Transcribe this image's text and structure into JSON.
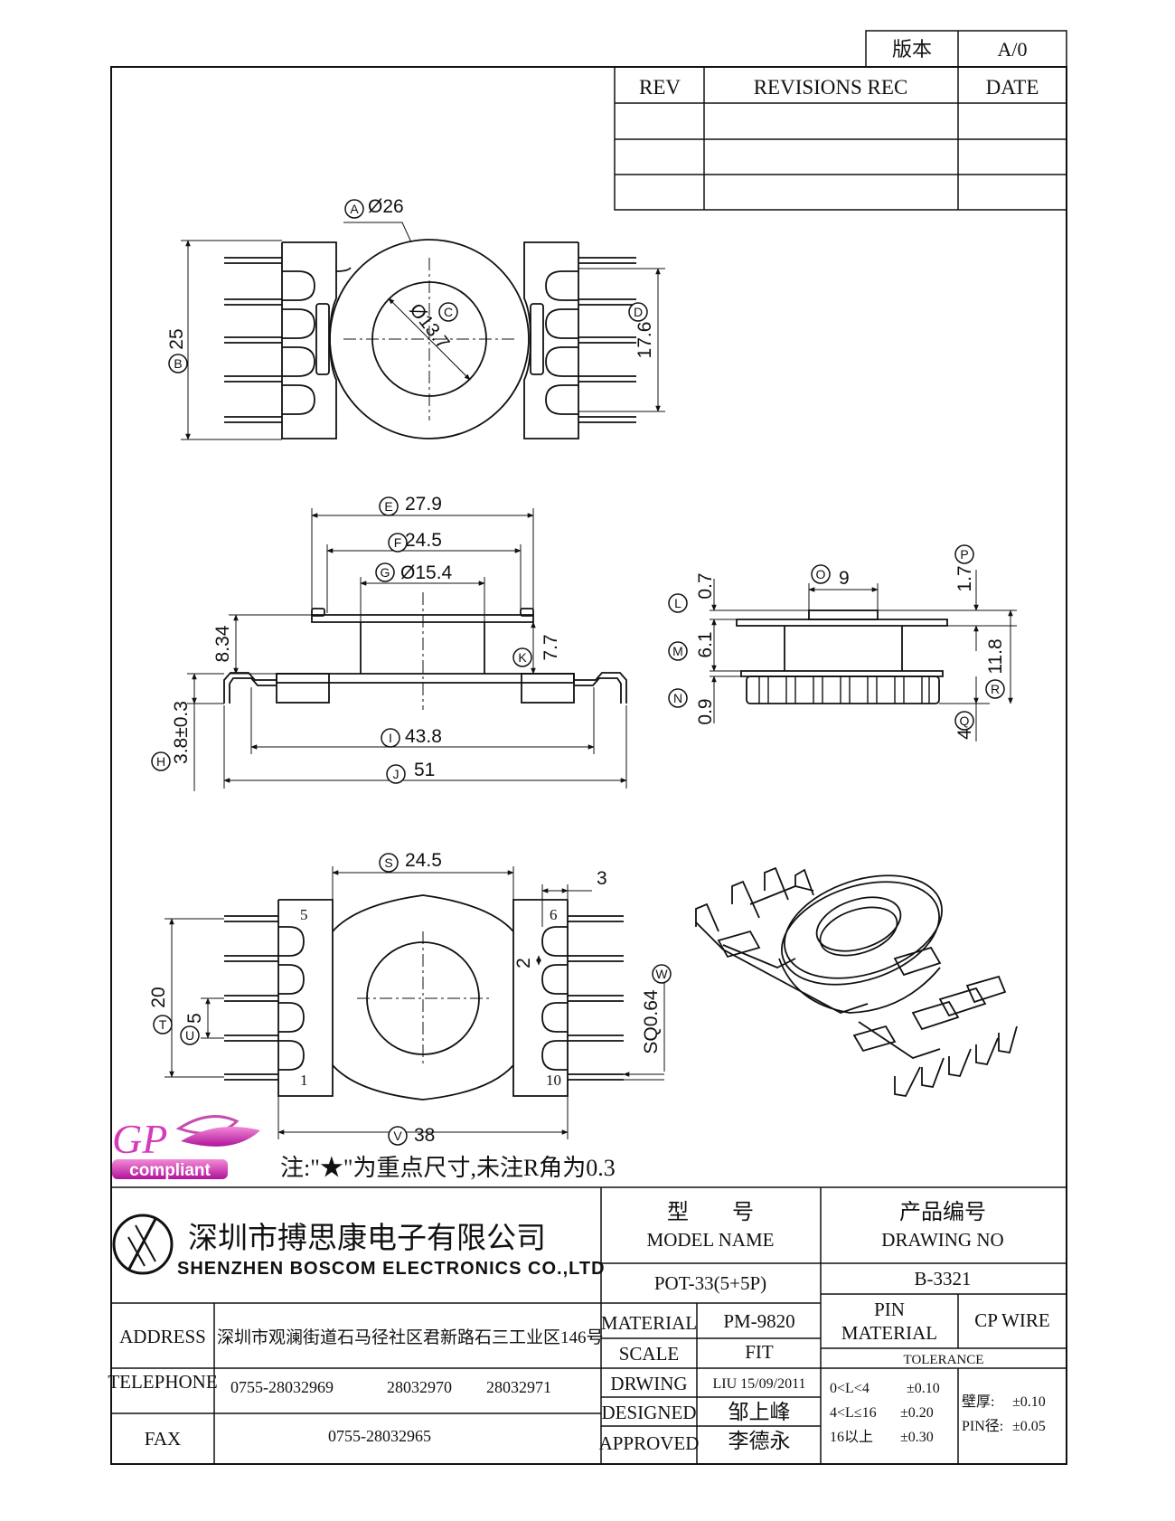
{
  "version_block": {
    "label": "版本",
    "value": "A/0"
  },
  "revisions": {
    "headers": [
      "REV",
      "REVISIONS REC",
      "DATE"
    ],
    "rows": [
      [
        "",
        "",
        ""
      ],
      [
        "",
        "",
        ""
      ],
      [
        "",
        "",
        ""
      ]
    ]
  },
  "dimensions": {
    "A": "Ø26",
    "B": "25",
    "C": "Ø13.7",
    "D": "17.6",
    "E": "27.9",
    "F": "24.5",
    "G": "Ø15.4",
    "H": "3.8±0.3",
    "I": "43.8",
    "J": "51",
    "K": "7.7",
    "L": "0.7",
    "M": "6.1",
    "N": "0.9",
    "O": "9",
    "P": "1.7",
    "Q": "4",
    "R": "11.8",
    "S": "24.5",
    "T": "20",
    "U": "5",
    "V": "38",
    "W": "SQ0.64",
    "side_3": "3",
    "side_2": "2",
    "h_834": "8.34"
  },
  "dim_letters": [
    "A",
    "B",
    "C",
    "D",
    "E",
    "F",
    "G",
    "H",
    "I",
    "J",
    "K",
    "L",
    "M",
    "N",
    "O",
    "P",
    "Q",
    "R",
    "S",
    "T",
    "U",
    "V",
    "W"
  ],
  "pin_numbers": {
    "p5": "5",
    "p6": "6",
    "p1": "1",
    "p10": "10"
  },
  "gp_logo": {
    "text": "GP",
    "sub": "compliant"
  },
  "note": "注:\"★\"为重点尺寸,未注R角为0.3",
  "company": {
    "name_cn": "深圳市搏思康电子有限公司",
    "name_en": "SHENZHEN BOSCOM ELECTRONICS CO.,LTD"
  },
  "model": {
    "label_cn": "型　　号",
    "label_en": "MODEL NAME",
    "value": "POT-33(5+5P)"
  },
  "drawing_no": {
    "label_cn": "产品编号",
    "label_en": "DRAWING NO",
    "value": "B-3321"
  },
  "pin_material": {
    "label_1": "PIN",
    "label_2": "MATERIAL",
    "value": "CP WIRE"
  },
  "tolerance": {
    "label": "TOLERANCE",
    "r1": "0<L<4",
    "v1": "±0.10",
    "r2": "4<L≤16",
    "v2": "±0.20",
    "r3": "16以上",
    "v3": "±0.30",
    "wall_label": "壁厚:",
    "wall": "±0.10",
    "pin_label": "PIN径:",
    "pin": "±0.05"
  },
  "info": {
    "address_label": "ADDRESS",
    "address": "深圳市观澜街道石马径社区君新路石三工业区146号",
    "telephone_label": "TELEPHONE",
    "tel1": "0755-28032969",
    "tel2": "28032970",
    "tel3": "28032971",
    "fax_label": "FAX",
    "fax": "0755-28032965"
  },
  "specs": {
    "material_label": "MATERIAL",
    "material": "PM-9820",
    "scale_label": "SCALE",
    "scale": "FIT",
    "drawing_label": "DRWING",
    "drawing": "LIU 15/09/2011",
    "designed_label": "DESIGNED",
    "designed": "邹上峰",
    "approved_label": "APPROVED",
    "approved": "李德永"
  }
}
